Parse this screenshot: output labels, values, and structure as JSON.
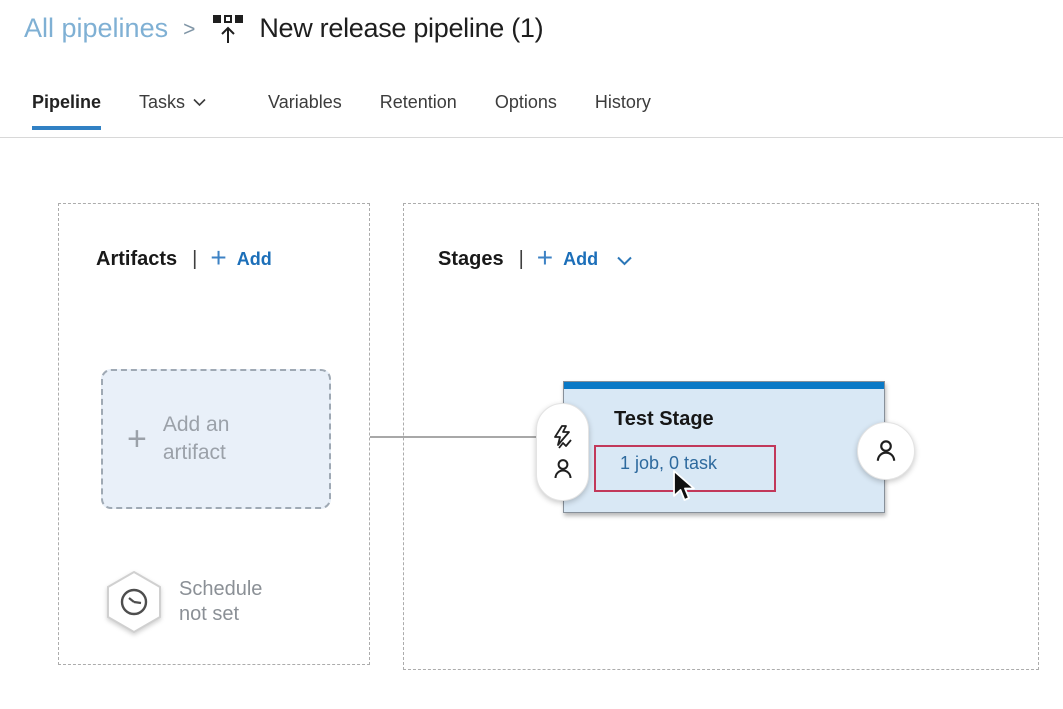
{
  "breadcrumb": {
    "parent": "All pipelines",
    "separator": ">",
    "title": "New release pipeline (1)"
  },
  "tabs": [
    {
      "label": "Pipeline",
      "active": true
    },
    {
      "label": "Tasks",
      "has_dropdown": true
    },
    {
      "label": "Variables"
    },
    {
      "label": "Retention"
    },
    {
      "label": "Options"
    },
    {
      "label": "History"
    }
  ],
  "artifacts": {
    "title": "Artifacts",
    "separator": "|",
    "add_label": "Add",
    "placeholder": {
      "line1": "Add an",
      "line2": "artifact"
    },
    "schedule": {
      "line1": "Schedule",
      "line2": "not set"
    }
  },
  "stages": {
    "title": "Stages",
    "separator": "|",
    "add_label": "Add",
    "stage": {
      "name": "Test Stage",
      "jobs_summary": "1 job, 0 task"
    }
  },
  "icons": {
    "plus": "+",
    "release_pipeline": "three-squares-with-up-arrow",
    "chevron_down": "chevron-down",
    "clock": "clock",
    "lightning": "lightning-bolt-trigger",
    "person": "person-approvals",
    "cursor": "arrow-pointer"
  },
  "colors": {
    "accent_blue": "#0a79c6",
    "link_blue": "#1c6fb9",
    "plus_blue": "#3d82c4",
    "breadcrumb_blue": "#7fb0d4",
    "tab_underline": "#3181c4",
    "stage_bg": "#d9e8f5",
    "stage_link_blue": "#2e6a9e",
    "highlight_red": "#c2385a",
    "panel_border": "#acacac",
    "placeholder_bg": "#e9f0f9",
    "connector_gray": "#a8a8a8",
    "muted_text": "#8b9096",
    "text_dark": "#1e1e1e"
  }
}
